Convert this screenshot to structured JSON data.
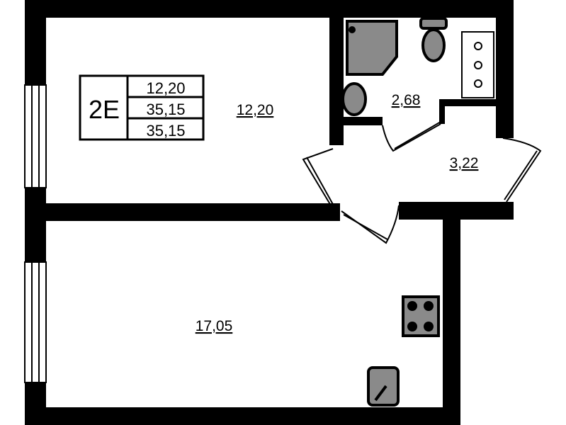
{
  "unit_label": {
    "code": "2E",
    "values": [
      "12,20",
      "35,15",
      "35,15"
    ]
  },
  "rooms": [
    {
      "name": "room",
      "area": "12,20"
    },
    {
      "name": "bathroom",
      "area": "2,68"
    },
    {
      "name": "hallway",
      "area": "3,22"
    },
    {
      "name": "kitchen-living",
      "area": "17,05"
    }
  ],
  "colors": {
    "wall": "#000000",
    "fixture": "#8a8a8a"
  }
}
